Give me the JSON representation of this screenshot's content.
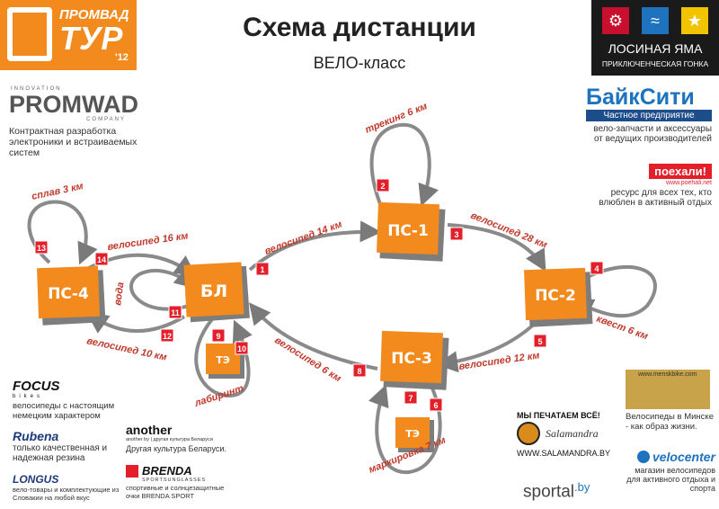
{
  "header": {
    "title": "Схема дистанции",
    "subtitle": "ВЕЛО-класс"
  },
  "logo_top_left": {
    "word1": "ПРОМВАД",
    "word2": "ТУР",
    "year": "'12"
  },
  "race_banner": {
    "title": "ЛОСИНАЯ ЯМА",
    "subtitle": "ПРИКЛЮЧЕНЧЕСКАЯ ГОНКА"
  },
  "sponsors": {
    "promwad": {
      "name": "PROMWAD",
      "top": "INNOVATION",
      "bottom": "COMPANY",
      "desc": "Контрактная разработка электроники и встраиваемых систем"
    },
    "bikecity": {
      "name": "БайкСити",
      "tag": "Частное предприятие",
      "desc": "вело-запчасти и аксессуары от ведущих производителей"
    },
    "poehali": {
      "name": "поехали!",
      "url": "www.poehali.net",
      "desc": "ресурс для всех тех, кто влюблен в активный отдых"
    },
    "focus": {
      "name": "FOCUS",
      "sub": "bikes",
      "desc": "велосипеды с настоящим немецким характером"
    },
    "rubena": {
      "name": "Rubena",
      "desc": "только качественная и надежная резина"
    },
    "longus": {
      "name": "LONGUS",
      "desc": "вело-товары и комплектующие из Словакии на любой вкус"
    },
    "another": {
      "name": "another",
      "sub": "another by | другая культура Беларуси",
      "desc": "Другая культура Беларуси."
    },
    "brenda": {
      "name": "BRENDA",
      "sub": "SPORTSUNGLASSES",
      "desc": "спортивные и солнцезащитные очки BRENDA SPORT"
    },
    "salamandra": {
      "slogan": "МЫ ПЕЧАТАЕМ ВСЁ!",
      "name": "Salamandra",
      "url": "WWW.SALAMANDRA.BY"
    },
    "sportal": {
      "name": "sportal",
      "suffix": ".by"
    },
    "menskbike": {
      "url": "www.menskbike.com",
      "desc": "Велосипеды в Минске - как образ жизни."
    },
    "velocenter": {
      "name": "velocenter",
      "desc": "магазин велосипедов для активного отдыха и спорта"
    }
  },
  "diagram": {
    "nodes": {
      "bl": "БЛ",
      "ps1": "ПС-1",
      "ps2": "ПС-2",
      "ps3": "ПС-3",
      "ps4": "ПС-4",
      "te1": "ТЭ",
      "te2": "ТЭ"
    },
    "edges": {
      "e1": "велосипед 14 км",
      "e2": "трекинг 6 км",
      "e3": "велосипед 28 км",
      "e4": "квест 6 км",
      "e5": "велосипед 12 км",
      "e6": "маркировка 7 км",
      "e8": "велосипед 6 км",
      "e9": "лабиринт",
      "e11": "вода",
      "e12": "велосипед 10 км",
      "e13": "сплав 3 км",
      "e14": "велосипед 16 км"
    },
    "markers": [
      "1",
      "2",
      "3",
      "4",
      "5",
      "6",
      "7",
      "8",
      "9",
      "10",
      "11",
      "12",
      "13",
      "14"
    ],
    "colors": {
      "node": "#f28a1e",
      "shadow": "#7d7d7d",
      "marker": "#e3202a",
      "arrow": "#8a8a8a",
      "label": "#c0392b"
    }
  }
}
